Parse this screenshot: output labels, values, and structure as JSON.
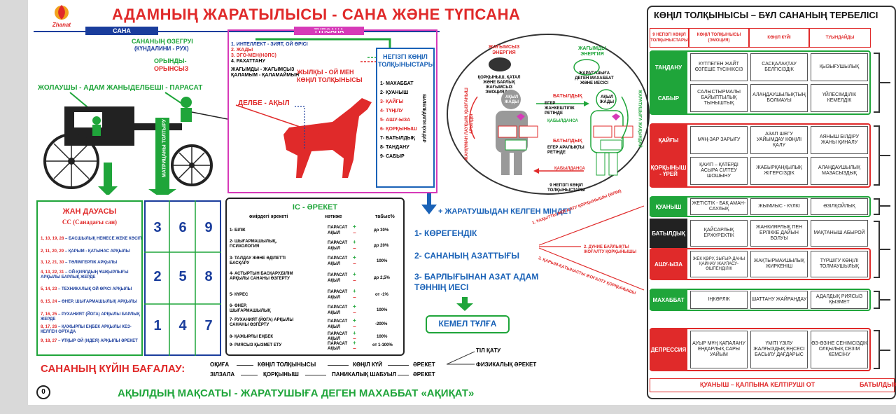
{
  "title": "АДАМНЫҢ ЖАРАТЫЛЫСЫ - САНА ЖӘНЕ ТҮПСАНА",
  "logo_text": "Zhanat",
  "tabs": {
    "sana": "САНА",
    "tupsana": "ТҮПСАНА"
  },
  "left_panel": {
    "sana_ozegi": "САНАНЫҢ ӨЗЕГРУІ",
    "kundalini": "(КҮНДАЛИНИ - РУХ)",
    "orynды": "ОРЫНДЫ-",
    "orynsyz": "ОРЫНСЫЗ",
    "zholaushy": "ЖОЛАУШЫ - АДАМ ЖАНЫ",
    "delbeshi": "ДЕЛБЕШІ - ПАРАСАТ",
    "matrix_label": "МАТРИЦАНЫ ТОЛТЫРУ"
  },
  "tupsana_panel": {
    "items": [
      "1. ИНТЕЛЛЕКТ - ЗИЯТ, ОЙ ӨРІСІ",
      "2. ЖАДЫ",
      "3. ЭГО-МЕН(НӘПС)",
      "4. РАХАТТАНУ",
      "ЖАҒЫМДЫ - ЖАҒЫМСЫЗ",
      "ҚАЛАМЫМ - ҚАЛАМАЙМЫН"
    ],
    "horses": "ЖЫЛҚЫ - ОЙ МЕН КӨҢІЛ ТОЛҚЫНЫСЫ",
    "delbe": "ДЕЛБЕ - АҚЫЛ"
  },
  "emotions_box": {
    "title": "НЕГІЗГІ КӨҢІЛ ТОЛҚЫНЫСТАРЫ",
    "items": [
      "1- МАХАББАТ",
      "2- ҚУАНЫШ",
      "3- ҚАЙҒЫ",
      "4- ТҮҢІЛУ",
      "5- АШУ-ЫЗА",
      "6- ҚОРҚЫНЫШ",
      "7- БАТЫЛДЫҚ",
      "8- ТАНДАНУ",
      "9- САБЫР"
    ],
    "side": "БИЛЕЛЕДИЛУІ ҚУАДАР"
  },
  "energy": {
    "neg": "ЖАҒЫМСЫЗ ЭНЕРГИЯ",
    "pos": "ЖАҒЫМДЫ ЭНЕРГИЯ",
    "neg_desc": "ҚОРҚЫНЫШ, ҚАТАЛ ЖӘНЕ БАРЛЫҚ ЖАҒЫМСЫЗ ЭМОЦИЯЛАР",
    "pos_desc": "ЖАРАТУШЫҒА ДЕГЕН МАХАББАТ ЖӘНЕ ИЕСІСІ",
    "aqyl": "АҚЫЛ ЖАДЫ",
    "mid1": "БАТЫЛДЫҚ",
    "mid2": "БАТЫЛДЫҚ",
    "mid_small1": "ЕГЕР ЖАНКЕШТІЛІК РЕТІНДЕ",
    "mid_small2": "ЕГЕР АРАЛЫҚТЫ РЕТІНДЕ",
    "kabyldansa1": "ҚАБЫЛДАНСА",
    "kabyldansa2": "ҚАБЫЛДАНСА",
    "footer": "9 НЕГІЗГІ КӨҢІЛ ТОЛҚЫНЫСТАРЫ",
    "left_side": "ЖАНҚҰМАН ЛАУҚЫМ, ҚЫЗҒАНЫШ АРЫЛДЫ",
    "right_side": "ЖАРАТУШЫҒА ЖАҚЫНДАЙ"
  },
  "zhan": {
    "title": "ЖАН ДАУАСЫ",
    "subtitle": "СС (Санадағы сан)",
    "items": [
      {
        "n": "1, 10, 19, 28",
        "t": "– БАСШЫЛЫҚ НЕМЕСЕ ЖЕКЕ КӘСІП"
      },
      {
        "n": "2, 11, 20, 29",
        "t": "– ҚАРЫМ - ҚАТЫНАС АРҚЫЛЫ"
      },
      {
        "n": "3, 12, 21, 30",
        "t": "– ТӘЛІМГЕРЛІК АРҚЫЛЫ"
      },
      {
        "n": "4, 13, 22, 31",
        "t": "– ОЙ-ҚИЯЛДЫҢ ҰШҚЫРЛЫҒЫ АРҚЫЛЫ БАРЛЫҚ ЖЕРДЕ"
      },
      {
        "n": "5, 14, 23",
        "t": "– ТЕХНИКАЛЫҚ ОЙ ӨРІСІ АРҚЫЛЫ"
      },
      {
        "n": "6, 15, 24",
        "t": "– ӨНЕР, ШЫҒАРМАШЫЛЫҚ АРҚЫЛЫ"
      },
      {
        "n": "7, 16, 25",
        "t": "– РУХАНИЯТ (ЙОГА) АРҚЫЛЫ БАРЛЫҚ ЖЕРДЕ"
      },
      {
        "n": "8, 17, 26",
        "t": "– ҚАЖЫРЛЫ ЕҢБЕК АРҚЫЛЫ КЕЗ-КЕЛГЕН ОРТАДА"
      },
      {
        "n": "9, 18, 27",
        "t": "– ҰТҚЫР ОЙ (ИДЕЯ) АРҚЫЛЫ ӘРЕКЕТ"
      }
    ]
  },
  "grid": [
    "3",
    "6",
    "9",
    "2",
    "5",
    "8",
    "1",
    "4",
    "7"
  ],
  "is": {
    "title": "ІС - ӘРЕКЕТ",
    "h1": "өмірдегі әрекеті",
    "h2": "нәтиже",
    "h3": "табыс%",
    "rows": [
      {
        "a": "1- БІЛІК",
        "r": "до 30%"
      },
      {
        "a": "2- ШЫҒАРМАШЫЛЫҚ, ПСИХОЛОГИЯ",
        "r": "до 20%"
      },
      {
        "a": "3- ТАЛДАУ ЖӘНЕ ӘДІЛЕТТІ БАСҚАРУ",
        "r": "100%"
      },
      {
        "a": "4- АСТЫРТЫН БАСҚАРУ,БІЛІМ АРҚЫЛЫ САНАНЫ ӨЗГЕРТУ",
        "r": "до 2,5%"
      },
      {
        "a": "5- КҮРЕС",
        "r": "от -1%"
      },
      {
        "a": "6- ӨНЕР, ШЫҒАРМАШЫЛЫҚ",
        "r": "100%"
      },
      {
        "a": "7- РУХАНИЯТ (ЙОГА) АРҚЫЛЫ САНАНЫ ӨЗГЕРТУ",
        "r": "-200%"
      },
      {
        "a": "8- ҚАЖЫРЛЫ ЕҢБЕК",
        "r": "100%"
      },
      {
        "a": "9- РИЯСЫЗ ҚЫЗМЕТ ЕТУ",
        "r": "от 1-100%"
      }
    ],
    "parasat": "ПАРАСАТ",
    "aqyl": "АҚЫЛ"
  },
  "mission": {
    "head": "+ ЖАРАТУШЫДАН КЕЛГЕН МІНДЕТ",
    "items": [
      "1- КӨРЕГЕНДІК",
      "2- САНАНЫҢ АЗАТТЫҒЫ",
      "3- БАРЛЫҒЫНАН АЗАТ АДАМ ТӘННІҢ ИЕСІ"
    ],
    "kemel": "КЕМЕЛ ТҰЛҒА",
    "fear1": "1. ҰАҚЫТТЫ ЖОҒАЛТУ ҚОРҚЫНЫШЫ (ӨЛІМ)",
    "fear2": "2. ДҮНИЕ БАЙЛЫҚТЫ ЖОҒАЛТУ ҚОРҚЫНЫШЫ",
    "fear3": "3. ҚАРЫМ-ҚАТЫНАСТЫ ЖОҒАЛТУ ҚОРҚЫНЫШЫ"
  },
  "assess": {
    "label": "САНАНЫҢ КҮЙІН БАҒАЛАУ:",
    "row1": [
      "ОҚИҒА",
      "КӨҢІЛ ТОЛҚЫНЫСЫ",
      "КӨҢІЛ КҮЙ",
      "ӘРЕКЕТ"
    ],
    "row2": [
      "ЗІЛЗАЛА",
      "ҚОРҚЫНЫШ",
      "ПАНИКАЛЫҚ ШАБУЫЛ",
      "ӘРЕКЕТ"
    ],
    "side1": "ТІЛ ҚАТУ",
    "side2": "ФИЗИКАЛЫҚ ӘРЕКЕТ"
  },
  "bottom": {
    "page": "0",
    "text": "АҚЫЛДЫҢ МАҚСАТЫ - ЖАРАТУШЫҒА ДЕГЕН МАХАББАТ «АҚИҚАТ»"
  },
  "table": {
    "title": "КӨҢІЛ ТОЛҚЫНЫСЫ – БҰЛ САНАНЫҢ ТЕРБЕЛІСІ",
    "headers": [
      "9 НЕГІЗГІ КӨҢІЛ ТОЛҚЫНЫСТАРЫ",
      "КӨҢІЛ ТОЛҚЫНЫСЫ (ЭМОЦИЯ)",
      "КӨҢІЛ КҮЙІ",
      "ТУЫНДАЙДЫ"
    ],
    "rows": [
      {
        "name": "ТАҢДАНУ",
        "color": "#1fa53a",
        "c": [
          "КҮТПЕГЕН ЖАЙТ ӨЗГЕШЕ ТҮСІНІКСІЗ",
          "САСҚАЛАҚТАУ БЕЛГІСІЗДІК",
          "ҚЫЗЫҒУШЫЛЫҚ"
        ]
      },
      {
        "name": "САБЫР",
        "color": "#1fa53a",
        "c": [
          "САЛЫСТЫРМАЛЫ БАЙЫПТЫЛЫҚ ТЫНЫШТЫҚ",
          "АЛАҢДАУШЫЛЫҚТЫҢ БОЛМАУЫ",
          "ҮЙЛЕСІМДІЛІК КЕМЕЛДІК"
        ]
      },
      {
        "name": "ҚАЙҒЫ",
        "color": "#e02a2a",
        "c": [
          "МҰҢ-ЗАР ЗАРЫҒУ",
          "АЗАП ШЕГУ УАЙЫМДАУ КӨҢІЛІ ҚАЛУ",
          "АЯНЫШ БІЛДІРУ ЖАНЫ ҚИНАЛУ"
        ]
      },
      {
        "name": "ҚОРҚЫНЫШ - ҮРЕЙ",
        "color": "#e02a2a",
        "c": [
          "ҚАУІП – ҚАТЕРДІ АСЫРА СІЛТЕУ ШОШЫНУ",
          "ЖАБЫРҚАҢҚЫЛЫҚ ЖІГЕРСІЗДІК",
          "АЛАҢДАУШЫЛЫҚ МАЗАСЫЗДЫҚ"
        ]
      },
      {
        "name": "ҚУАНЫШ",
        "color": "#1fa53a",
        "c": [
          "ЖЕТІСТІК - БАҚ АМАН-САУЛЫҚ",
          "ЖЫМИЫС - КҮЛКІ",
          "ӘЗІЛҚОЙЛЫҚ"
        ]
      },
      {
        "name": "БАТЫЛДЫҚ",
        "color": "#222222",
        "c": [
          "ҚАЙСАРЛЫҚ ЕРЖҮРЕКТІК",
          "ЖАНКИЯРЛЫҚ ПЕН ЕРЛІККЕ ДАЙЫН БОЛУЫ",
          "МАҚТАНЫШ АБЫРОЙ"
        ]
      },
      {
        "name": "АШУ-ЫЗА",
        "color": "#e02a2a",
        "c": [
          "ЖЕК КӨРУ, ЗЫҒЫР-ДАНЫ ҚАЙНАУ ЖАУЛАСУ-ӨШПЕНДІЛІК",
          "ЖАҚТЫРМАУШЫЛЫҚ ЖИРКЕНІШ",
          "ТҮРШІГУ КӨҢІЛІ ТОЛМАУШЫЛЫҚ"
        ]
      },
      {
        "name": "МАХАББАТ",
        "color": "#1fa53a",
        "c": [
          "ІҢКӘРЛІК",
          "ШАТТАНУ ЖАЙРАҢДАУ",
          "АДАЛДЫҚ РИЯСЫЗ ҚЫЗМЕТ"
        ]
      },
      {
        "name": "ДЕПРЕССИЯ",
        "color": "#e02a2a",
        "c": [
          "АУЫР МҰҢ ҚАПАЛАНУ ЕҢҚАРЛЫҚ САРЫ УАЙЫМ",
          "ҮМІТІ ҮЗІЛУ ЖАЛҒЫЗДЫҚ ЕҢСЕСІ БАСЫЛУ ДАҒДАРЫС",
          "ӨЗ-ӨЗІНЕ СЕНІМСІЗДІК ОЛҚЫЛЫҚ СЕЗІМ КЕМСІНУ"
        ]
      }
    ],
    "footer": "ҚУАНЫШ – ҚАЛПЫНА КЕЛТІРУШІ ОТ",
    "footer2": "БАТЫЛДЫҚ"
  },
  "colors": {
    "red": "#e02a2a",
    "green": "#1fa53a",
    "blue": "#1a62b7",
    "navy": "#1a3d9c",
    "magenta": "#d63ab8"
  }
}
